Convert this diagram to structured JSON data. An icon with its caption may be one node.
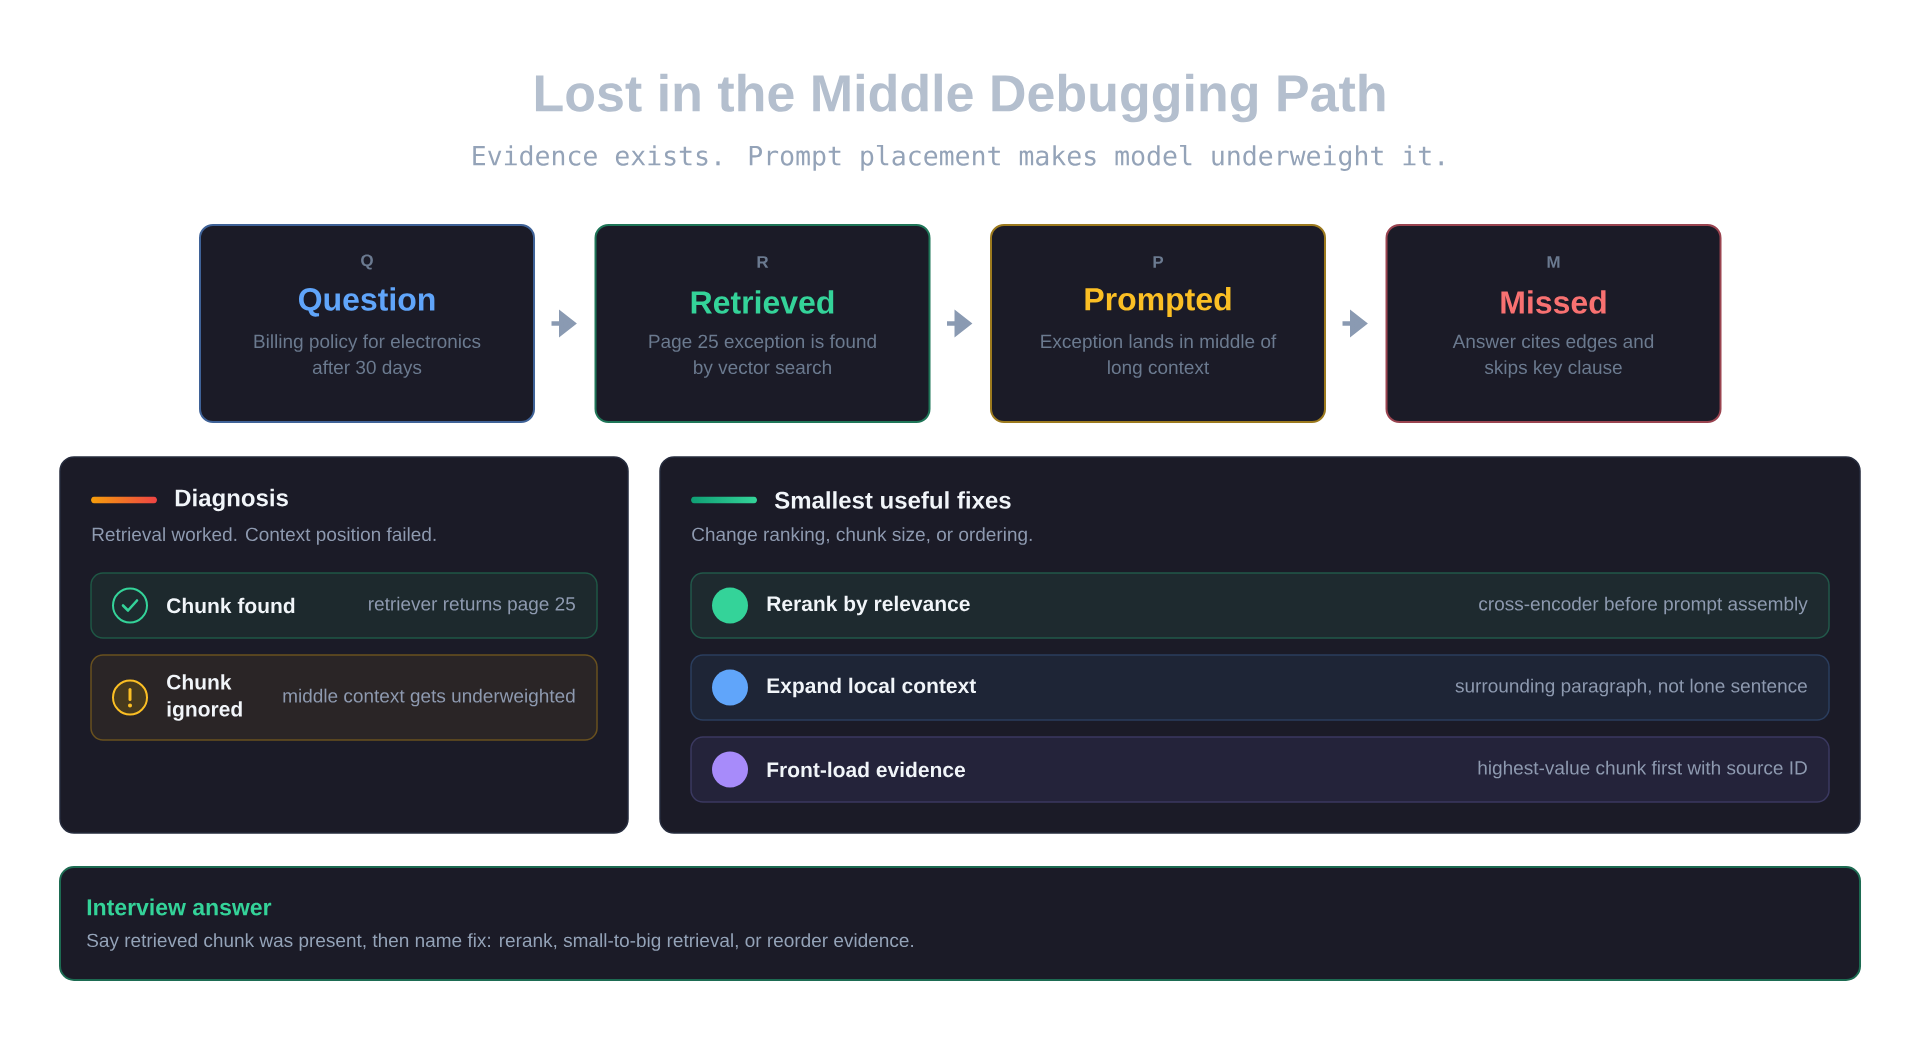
{
  "diagram": {
    "title": "Lost in the Middle Debugging Path",
    "nodes": [
      {
        "text": [
          "Q",
          "Question",
          "Billing policy for electronics after 30 days"
        ]
      },
      {
        "text": [
          "R",
          "Retrieved",
          "Page 25 exception is found by vector search"
        ]
      },
      {
        "text": [
          "P",
          "Prompted",
          "Exception lands in middle of long context"
        ]
      },
      {
        "text": [
          "M",
          "Missed",
          "Answer cites edges and skips key clause"
        ]
      },
      {
        "text": [
          "Diagnosis",
          "Retrieval worked. Context position failed."
        ]
      },
      {
        "text": [
          "Chunk found",
          "retriever returns page 25"
        ],
        "in": 4
      },
      {
        "text": [
          "Chunk ignored",
          "middle context gets underweighted"
        ],
        "in": 4
      },
      {
        "text": [
          "Smallest useful fixes",
          "Change ranking, chunk size, or ordering."
        ]
      },
      {
        "text": [
          "Rerank by relevance",
          "cross-encoder before prompt assembly"
        ],
        "in": 7
      },
      {
        "text": [
          "Expand local context",
          "surrounding paragraph, not lone sentence"
        ],
        "in": 7
      },
      {
        "text": [
          "Front-load evidence",
          "highest-value chunk first with source ID"
        ],
        "in": 7
      },
      {
        "text": [
          "Interview answer",
          "Say retrieved chunk was present, then name fix: rerank, small-to-big retrieval, or reorder evidence."
        ]
      }
    ],
    "edges": [
      {
        "from": 0,
        "to": 1,
        "arrow": "to"
      },
      {
        "from": 1,
        "to": 2,
        "arrow": "to"
      },
      {
        "from": 2,
        "to": 3,
        "arrow": "to"
      }
    ],
    "labels": [
      "Evidence exists. Prompt placement makes model underweight it."
    ]
  }
}
